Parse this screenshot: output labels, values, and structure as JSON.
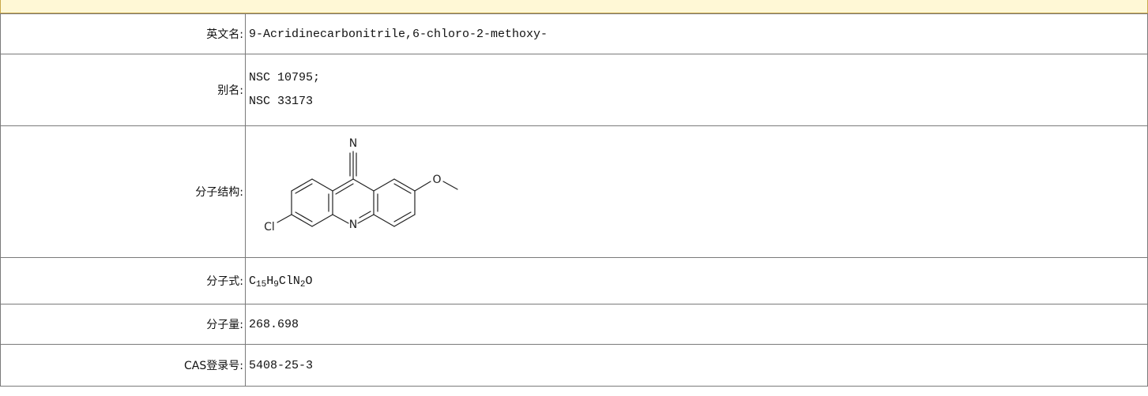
{
  "rows": {
    "english_name": {
      "label": "英文名:",
      "value": "9-Acridinecarbonitrile,6-chloro-2-methoxy-"
    },
    "alias": {
      "label": "别名:",
      "values": [
        "NSC 10795;",
        "NSC 33173"
      ]
    },
    "structure": {
      "label": "分子结构:",
      "atom_labels": {
        "nitrile_n": "N",
        "ring_n": "N",
        "oxygen": "O",
        "chlorine": "Cl"
      }
    },
    "formula": {
      "label": "分子式:",
      "parts": {
        "c": "C",
        "c_sub": "15",
        "h": "H",
        "h_sub": "9",
        "cl": "ClN",
        "n_sub": "2",
        "o": "O"
      }
    },
    "mol_weight": {
      "label": "分子量:",
      "value": "268.698"
    },
    "cas": {
      "label": "CAS登录号:",
      "value": "5408-25-3"
    }
  },
  "colors": {
    "top_bar": "#fff8d6",
    "top_bar_border": "#c9a84a",
    "table_border": "#7a7a7a",
    "text": "#111111"
  }
}
